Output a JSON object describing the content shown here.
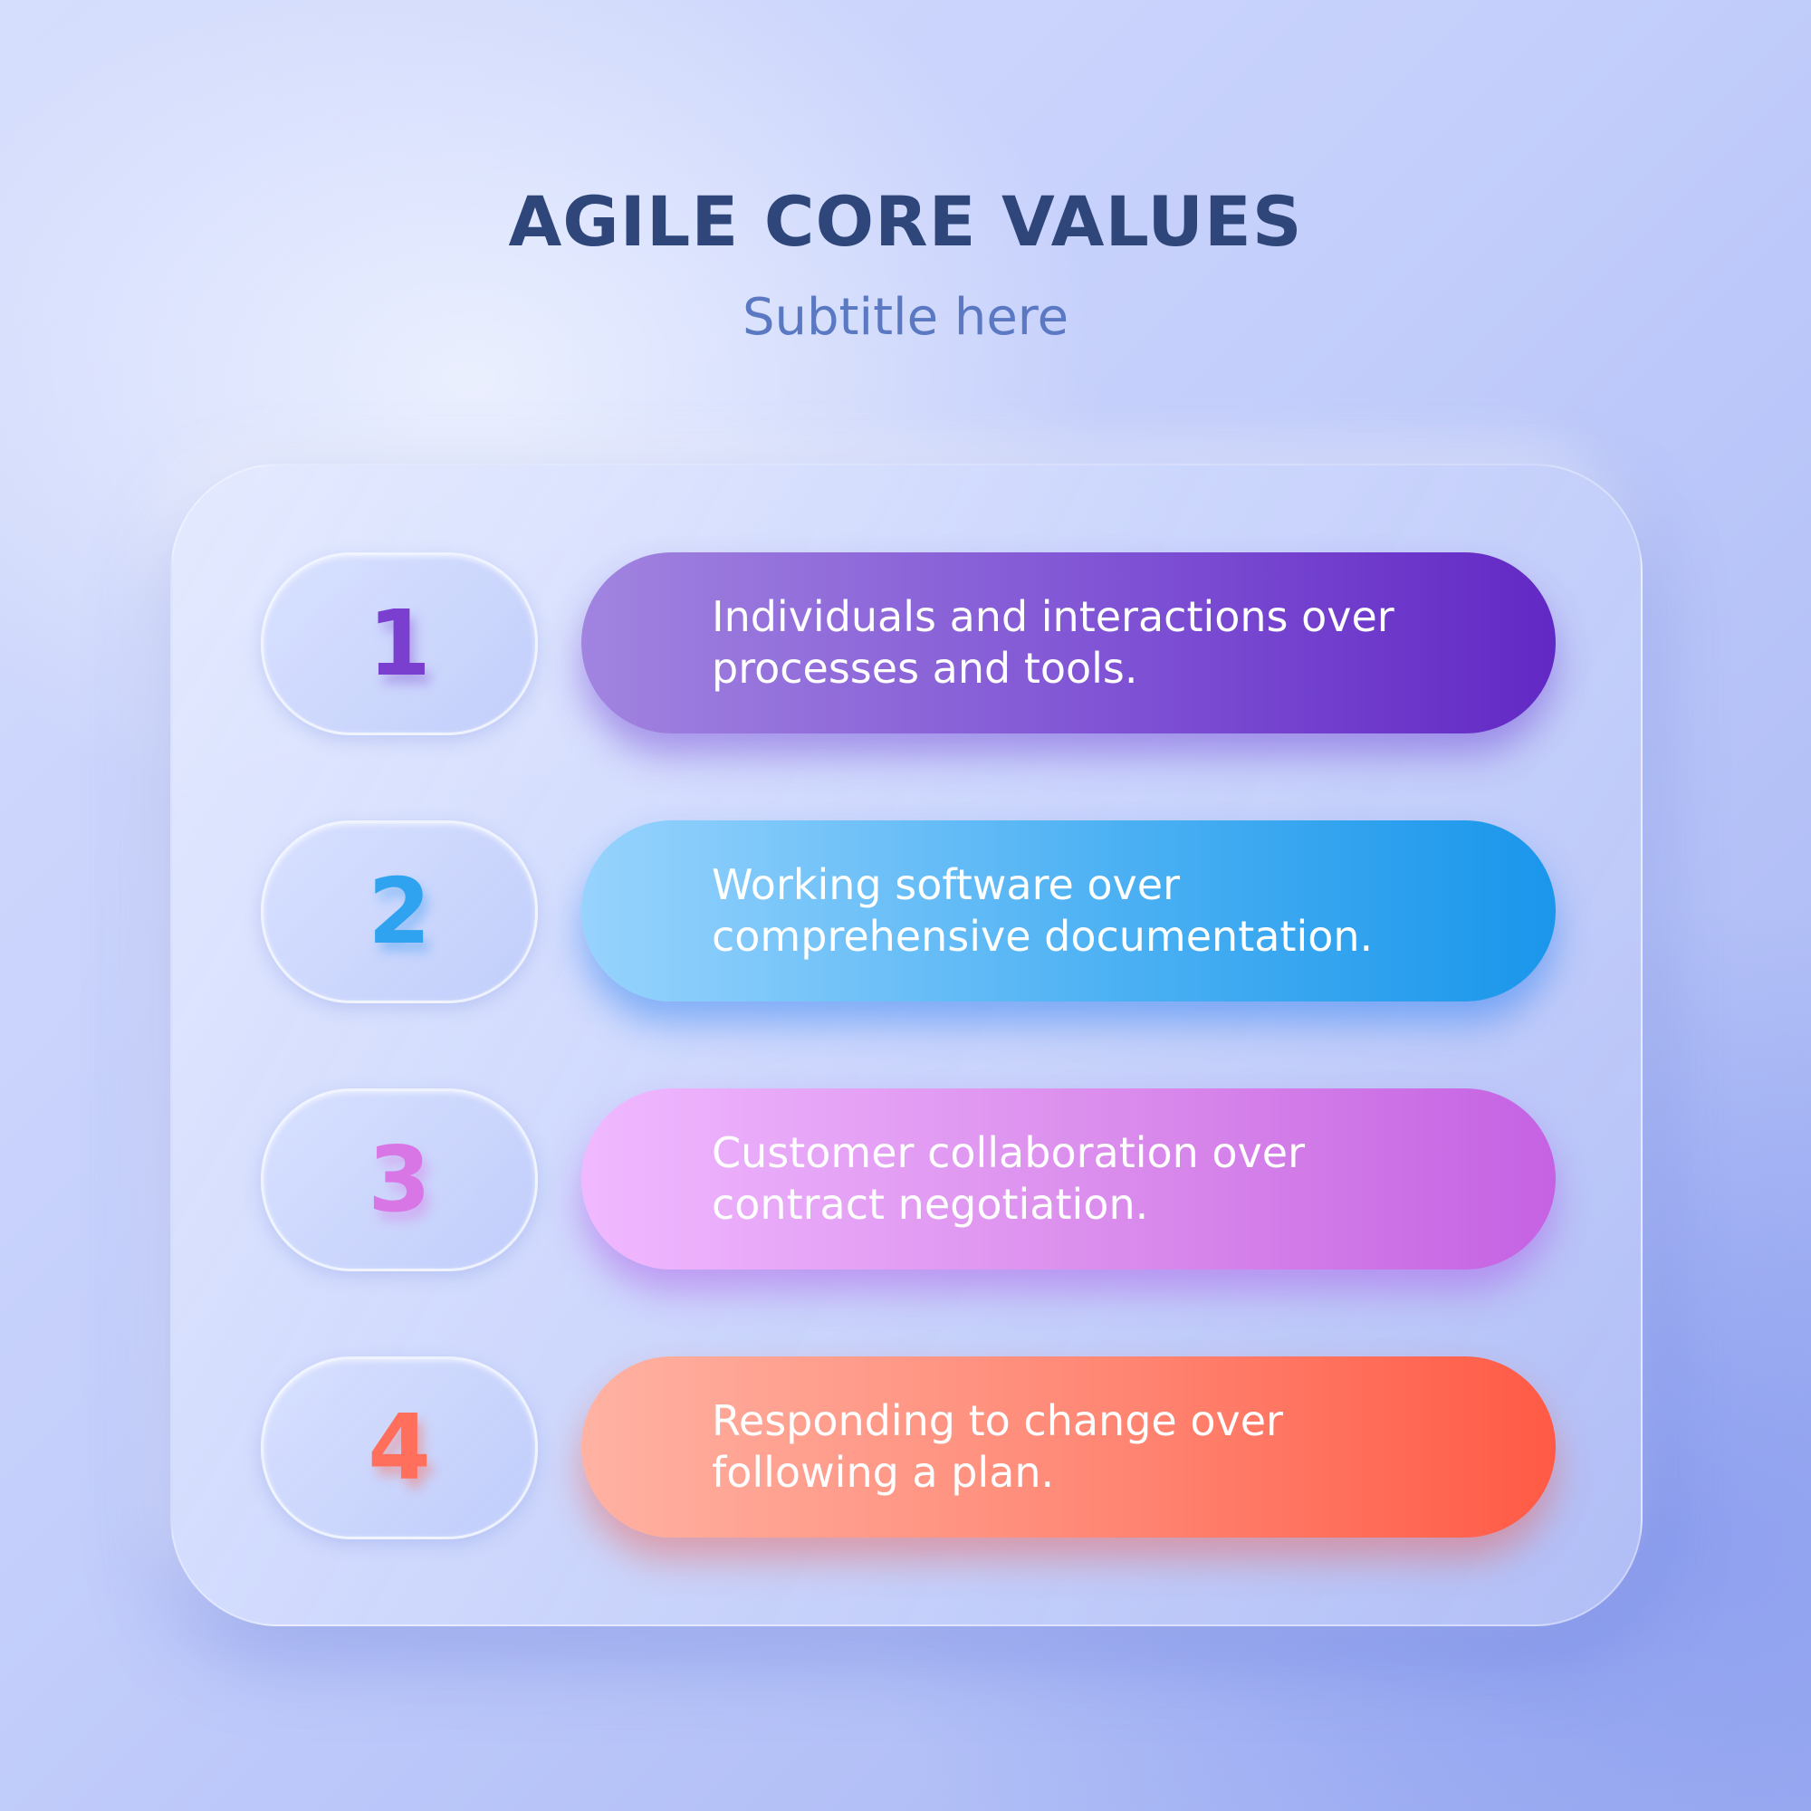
{
  "header": {
    "title": "AGILE CORE VALUES",
    "subtitle": "Subtitle here"
  },
  "values": [
    {
      "number": "1",
      "text": "Individuals and interactions over processes and tools.",
      "color": "#7c4ed3"
    },
    {
      "number": "2",
      "text": "Working software over comprehensive documentation.",
      "color": "#2fa2f0"
    },
    {
      "number": "3",
      "text": "Customer collaboration over contract negotiation.",
      "color": "#d976e6"
    },
    {
      "number": "4",
      "text": "Responding to change over following a plan.",
      "color": "#ff6f5c"
    }
  ]
}
